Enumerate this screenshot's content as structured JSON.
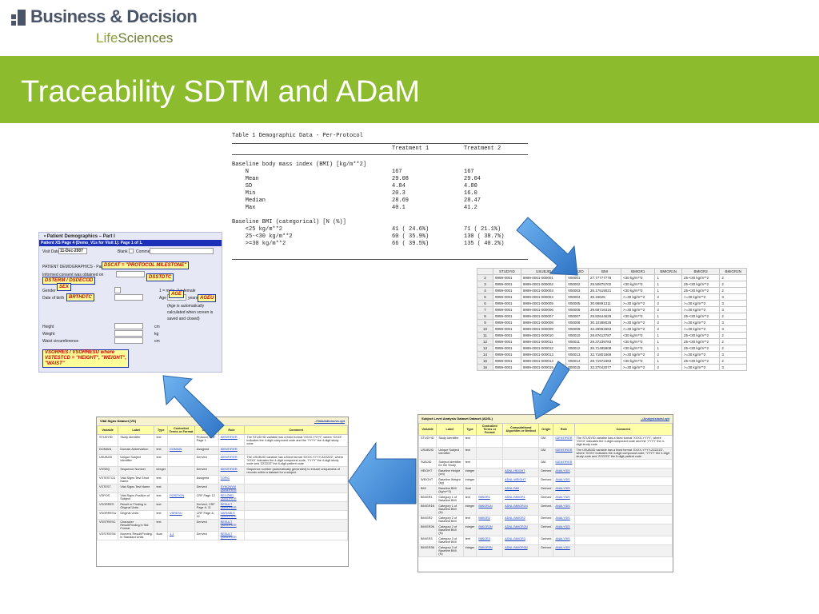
{
  "logo": {
    "title": "Business & Decision",
    "sub_part1": "Life",
    "sub_part2": "Sciences"
  },
  "title": "Traceability SDTM and ADaM",
  "watermark": "LIFE SCIENCES",
  "colors": {
    "band": "#8dbb2e",
    "arrow": "#4a90d9",
    "crf_header": "#1c2fb7",
    "note_bg": "#ffff99"
  },
  "sas": {
    "title": "Table 1 Demographic Data - Per-Protocol",
    "col1": "Treatment 1",
    "col2": "Treatment 2",
    "rows": [
      [
        "Baseline body mass index (BMI) [kg/m**2]",
        "",
        ""
      ],
      [
        "    N",
        "167",
        "167"
      ],
      [
        "    Mean",
        "29.08",
        "29.04"
      ],
      [
        "    SD",
        "4.84",
        "4.80"
      ],
      [
        "    Min",
        "20.3",
        "16.0"
      ],
      [
        "    Median",
        "28.69",
        "28.47"
      ],
      [
        "    Max",
        "40.1",
        "41.2"
      ],
      [
        "",
        "",
        ""
      ],
      [
        "Baseline BMI (categorical) [N (%)]",
        "",
        ""
      ],
      [
        "    <25 kg/m**2",
        "41 ( 24.6%)",
        "71 ( 21.1%)"
      ],
      [
        "    25-<30 kg/m**2",
        "60 ( 35.9%)",
        "130 ( 38.7%)"
      ],
      [
        "    >=30 kg/m**2",
        "66 ( 39.5%)",
        "135 ( 40.2%)"
      ]
    ]
  },
  "crf": {
    "page_title": "Patient Demographics – Part I",
    "header": "Patient XS Page 4 (Demo_V1s for Visit 1): Page 1 of 1.",
    "visit_date_label": "Visit Date",
    "visit_date": "11-Dec-2007",
    "blank_label": "Blank",
    "comment_label": "Comment",
    "section": "PATIENT DEMOGRAPHICS - Part I",
    "consent": "Informed consent was obtained on",
    "gender": "Gender",
    "gender_hint": "1 = male, 2 = female",
    "dob": "Date of birth",
    "age": "Age",
    "years": "years",
    "auto1": "(Age is automatically",
    "auto2": "calculated when screen is",
    "auto3": "saved and closed)",
    "height": "Height",
    "weight": "Weight",
    "waist": "Waist circumference",
    "cm": "cm",
    "kg": "kg",
    "cm2": "cm",
    "notes": {
      "dscat": "DSCAT = \"PROTOCOL MILESTONE\"",
      "dsstdtc": "DSSTDTC",
      "dsterm": "DSTERM / DSDECOD",
      "sex": "SEX",
      "brthdtc": "BRTHDTC",
      "age": "AGE",
      "ageu": "AGEU",
      "vsorres": "VSORRES / VSORRESU where VSTESTCD = \"HEIGHT\", \"WEIGHT\", \"WAIST\""
    }
  },
  "adsl_data": {
    "headers": [
      "",
      "STUDYID",
      "USUBJID",
      "SUBJID",
      "BMI",
      "BMIGR1",
      "BMIGR1N",
      "BMIGR2",
      "BMIGR2N"
    ],
    "rows": [
      [
        "2",
        "9999-0001",
        "9999-0001-000001",
        "000001",
        "27.77777778",
        "<30 kg/m**2",
        "1",
        "25-<30 kg/m**2",
        "2"
      ],
      [
        "3",
        "9999-0001",
        "9999-0001-000002",
        "000002",
        "25.50875702",
        "<30 kg/m**2",
        "1",
        "25-<30 kg/m**2",
        "2"
      ],
      [
        "4",
        "9999-0001",
        "9999-0001-000003",
        "000003",
        "26.17519021",
        "<30 kg/m**2",
        "1",
        "25-<30 kg/m**2",
        "2"
      ],
      [
        "5",
        "9999-0001",
        "9999-0001-000004",
        "000004",
        "35.15625",
        ">=30 kg/m**2",
        "2",
        ">=30 kg/m**2",
        "3"
      ],
      [
        "6",
        "9999-0001",
        "9999-0001-000005",
        "000005",
        "30.96891311",
        ">=30 kg/m**2",
        "2",
        ">=30 kg/m**2",
        "3"
      ],
      [
        "7",
        "9999-0001",
        "9999-0001-000006",
        "000006",
        "39.69716316",
        ">=30 kg/m**2",
        "2",
        ">=30 kg/m**2",
        "3"
      ],
      [
        "8",
        "9999-0001",
        "9999-0001-000007",
        "000007",
        "25.82644628",
        "<30 kg/m**2",
        "1",
        "25-<30 kg/m**2",
        "2"
      ],
      [
        "9",
        "9999-0001",
        "9999-0001-000008",
        "000008",
        "30.10388028",
        ">=30 kg/m**2",
        "2",
        ">=30 kg/m**2",
        "3"
      ],
      [
        "10",
        "9999-0001",
        "9999-0001-000009",
        "000009",
        "32.28992683",
        ">=30 kg/m**2",
        "2",
        ">=30 kg/m**2",
        "3"
      ],
      [
        "11",
        "9999-0001",
        "9999-0001-000010",
        "000010",
        "28.87613787",
        "<30 kg/m**2",
        "1",
        "25-<30 kg/m**2",
        "2"
      ],
      [
        "12",
        "9999-0001",
        "9999-0001-000011",
        "000011",
        "29.37239783",
        "<30 kg/m**2",
        "1",
        "25-<30 kg/m**2",
        "2"
      ],
      [
        "13",
        "9999-0001",
        "9999-0001-000012",
        "000012",
        "26.71485808",
        "<30 kg/m**2",
        "1",
        "25-<30 kg/m**2",
        "2"
      ],
      [
        "14",
        "9999-0001",
        "9999-0001-000013",
        "000013",
        "32.71801869",
        ">=30 kg/m**2",
        "2",
        ">=30 kg/m**2",
        "3"
      ],
      [
        "15",
        "9999-0001",
        "9999-0001-000014",
        "000014",
        "28.71972383",
        "<30 kg/m**2",
        "1",
        "25-<30 kg/m**2",
        "2"
      ],
      [
        "16",
        "9999-0001",
        "9999-0001-000015",
        "000015",
        "32.27042077",
        ">=30 kg/m**2",
        "2",
        ">=30 kg/m**2",
        "3"
      ]
    ]
  },
  "vs_define": {
    "title": "Vital Signs Dataset (VS)",
    "link": "../Tabulations/vs.xpt",
    "headers": [
      "Variable",
      "Label",
      "Type",
      "Controlled Terms or Format",
      "Origin",
      "Role",
      "Comment"
    ],
    "rows": [
      [
        "STUDYID",
        "Study Identifier",
        "text",
        "",
        "Protocol, CRF Page 1",
        "IDENTIFIER",
        "The STUDYID variable has a fixed format 'XXXX-YYYY', where 'XXXX' indicates the 4-digit compound code and the 'YYYY' the 4-digit study code"
      ],
      [
        "DOMAIN",
        "Domain Abbreviation",
        "text",
        "DOMAIN",
        "Assigned",
        "IDENTIFIER",
        ""
      ],
      [
        "USUBJID",
        "Unique Subject Identifier",
        "text",
        "",
        "Derived",
        "IDENTIFIER",
        "The USUBJID variable has a fixed format 'XXXX-YYYY-ZZZZZZ', where 'XXXX' indicates the 4-digit compound code, 'YYYY' the 4-digit study code and 'ZZZZZZ' the 6-digit patient code"
      ],
      [
        "VSSEQ",
        "Sequence Number",
        "integer",
        "",
        "Derived",
        "IDENTIFIER",
        "Sequence number (automatically generated) to ensure uniqueness of records within a dataset for a subject"
      ],
      [
        "VSTESTCD",
        "Vital Signs Test Short Name",
        "text",
        "",
        "Assigned",
        "TOPIC",
        ""
      ],
      [
        "VSTEST",
        "Vital Signs Test Name",
        "text",
        "",
        "Derived",
        "SYNONYM QUALIFIER",
        ""
      ],
      [
        "VSPOS",
        "Vital Signs Position of Subject",
        "text",
        "POSITION",
        "CRF Page 12",
        "RECORD QUALIFIER",
        ""
      ],
      [
        "VSORRES",
        "Result or Finding in Original Units",
        "text",
        "",
        "Derived, CRF Page 8, 11",
        "RESULT QUALIFIER",
        ""
      ],
      [
        "VSORRESU",
        "Original Units",
        "text",
        "VSRESU",
        "CRF Page 8, 12",
        "VARIABLE QUALIFIER",
        ""
      ],
      [
        "VSSTRESC",
        "Character Result/Finding in Std Format",
        "text",
        "",
        "Derived",
        "RESULT QUALIFIER",
        ""
      ],
      [
        "VSSTRESN",
        "Numeric Result/Finding in Standard Units",
        "float",
        "1.1",
        "Derived",
        "RESULT QUALIFIER",
        ""
      ]
    ]
  },
  "adsl_define": {
    "title": "Subject Level Analysis Dataset Dataset (ADSL)",
    "link": "../Analysis/adsl.xpt",
    "headers": [
      "Variable",
      "Label",
      "Type",
      "Controlled Terms or Format",
      "Computational Algorithm or Method",
      "Origin",
      "Role",
      "Comment"
    ],
    "rows": [
      [
        "STUDYID",
        "Study Identifier",
        "text",
        "",
        "",
        "DM",
        "IDENTIFIER",
        "The STUDYID variable has a fixed format 'XXXX-YYYY', where 'XXXX' indicates the 4-digit compound code and the 'YYYY' the 4-digit study code"
      ],
      [
        "USUBJID",
        "Unique Subject Identifier",
        "text",
        "",
        "",
        "DM",
        "IDENTIFIER",
        "The USUBJID variable has a fixed format 'XXXX-YYYY-ZZZZZZ', where 'XXXX' indicates the 4-digit compound code, 'YYYY' the 4-digit study code and 'ZZZZZZ' the 6-digit patient code"
      ],
      [
        "SUBJID",
        "Subject Identifier for the Study",
        "text",
        "",
        "",
        "DM",
        "IDENTIFIER",
        ""
      ],
      [
        "HEIGHT",
        "Baseline Height (cm)",
        "integer",
        "",
        "ADNL.HEIGHT",
        "Derived",
        "ANALYSIS",
        ""
      ],
      [
        "WEIGHT",
        "Baseline Weight (kg)",
        "integer",
        "",
        "ADNL.WEIGHT",
        "Derived",
        "ANALYSIS",
        ""
      ],
      [
        "BMI",
        "Baseline BMI (kg/m**2)",
        "float",
        "",
        "ADNL.BMI",
        "Derived",
        "ANALYSIS",
        ""
      ],
      [
        "BMIGR1",
        "Category 1 of Baseline BMI",
        "text",
        "BMIGR1",
        "ADNL.BMIGR1",
        "Derived",
        "ANALYSIS",
        ""
      ],
      [
        "BMIGR1N",
        "Category 1 of Baseline BMI (N)",
        "integer",
        "BMIGR1N",
        "ADNL.BMIGR1N",
        "Derived",
        "ANALYSIS",
        ""
      ],
      [
        "BMIGR2",
        "Category 2 of Baseline BMI",
        "text",
        "BMIGR2",
        "ADNL.BMIGR2",
        "Derived",
        "ANALYSIS",
        ""
      ],
      [
        "BMIGR2N",
        "Category 2 of Baseline BMI (N)",
        "integer",
        "BMIGR2N",
        "ADNL.BMIGR2N",
        "Derived",
        "ANALYSIS",
        ""
      ],
      [
        "BMIGR3",
        "Category 3 of Baseline BMI",
        "text",
        "BMIGR3",
        "ADNL.BMIGR3",
        "Derived",
        "ANALYSIS",
        ""
      ],
      [
        "BMIGR3N",
        "Category 3 of Baseline BMI (N)",
        "integer",
        "BMIGR3N",
        "ADNL.BMIGR3N",
        "Derived",
        "ANALYSIS",
        ""
      ]
    ]
  }
}
